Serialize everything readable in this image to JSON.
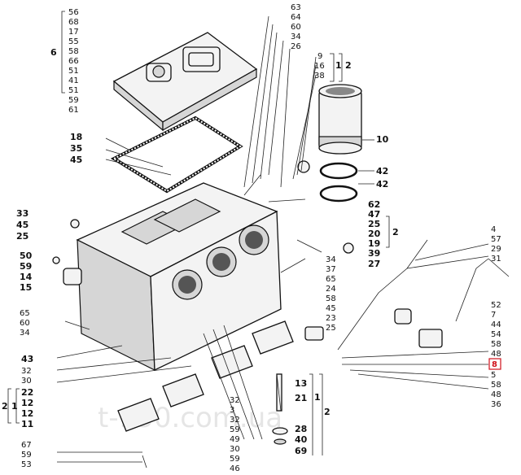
{
  "callouts": {
    "top_cover": [
      "56",
      "68",
      "17",
      "55",
      "58",
      "66",
      "51",
      "41",
      "51",
      "59",
      "61"
    ],
    "top_cover_group": "6",
    "gasket": [
      "18",
      "35",
      "45"
    ],
    "left_upper": [
      "33",
      "45",
      "25"
    ],
    "left_mid": [
      "50",
      "59",
      "14",
      "15"
    ],
    "left_low": [
      "65",
      "60",
      "34"
    ],
    "left_bottom": [
      "43",
      "32",
      "30"
    ],
    "bearing_caps": [
      "22",
      "12",
      "12",
      "11"
    ],
    "bearing_group_inner": "1",
    "bearing_group_outer": "2",
    "bolt_bottom": [
      "67",
      "59",
      "53"
    ],
    "bottom_center": [
      "32",
      "3",
      "32",
      "59",
      "49",
      "30",
      "59",
      "46"
    ],
    "center_right": [
      "13",
      "21"
    ],
    "oil_pump": [
      "28",
      "40",
      "69"
    ],
    "oil_group_inner": "1",
    "oil_group_outer": "2",
    "top_studs": [
      "63",
      "64",
      "60",
      "34",
      "26"
    ],
    "liner_labels": [
      "9",
      "16",
      "38"
    ],
    "liner_group_inner": "1",
    "liner_group_outer": "2",
    "liner": "10",
    "rings": [
      "42",
      "42"
    ],
    "right_mid": [
      "62",
      "47",
      "25",
      "20",
      "19",
      "39",
      "27"
    ],
    "right_mid_group": "2",
    "right_fittings": [
      "34",
      "37",
      "65",
      "24",
      "58",
      "45",
      "23",
      "25"
    ],
    "dipstick": [
      "4",
      "57",
      "29",
      "31"
    ],
    "right_low": [
      "52",
      "7",
      "44",
      "54",
      "58",
      "48"
    ],
    "red_label": "8",
    "right_bottom": [
      "5",
      "58",
      "48",
      "36"
    ]
  },
  "watermark": "t-150.com.ua",
  "colors": {
    "line": "#111111",
    "highlight": "#d0121b"
  }
}
